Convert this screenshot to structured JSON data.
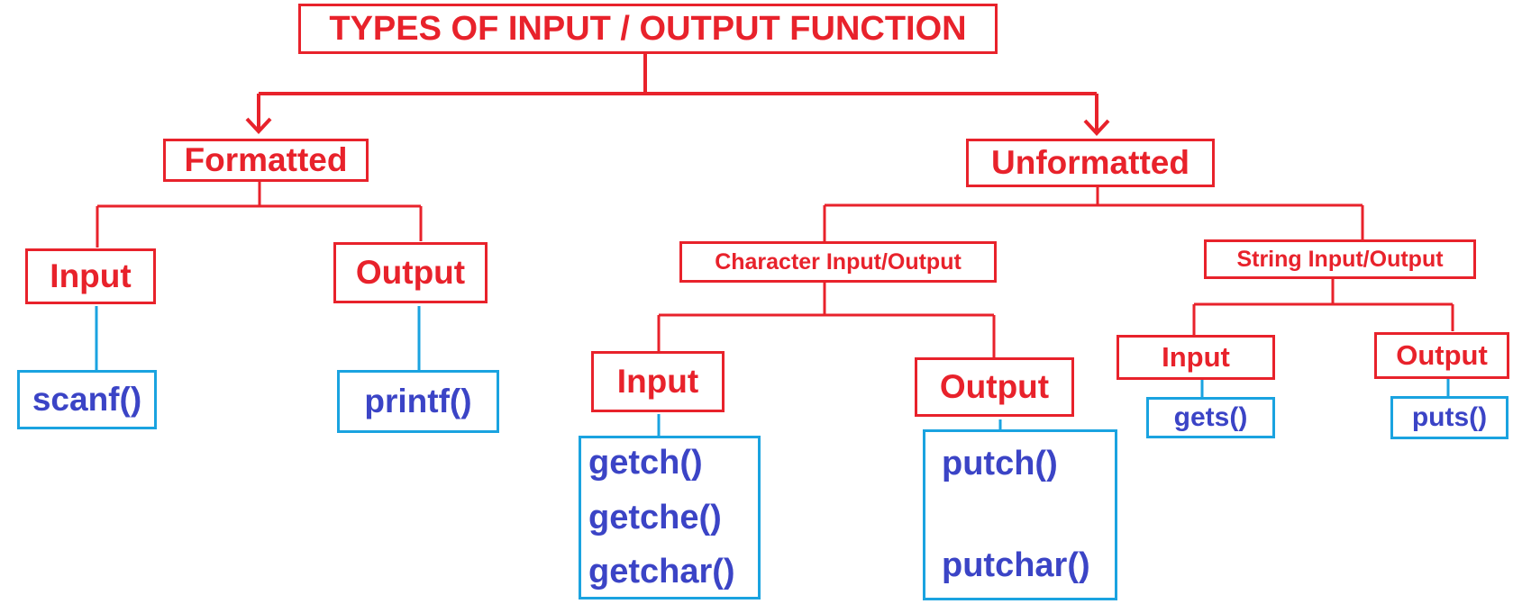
{
  "colors": {
    "red": "#e8222b",
    "blue_border": "#1aa3e0",
    "blue_text": "#3b44c6"
  },
  "title": "TYPES OF INPUT / OUTPUT FUNCTION",
  "formatted": {
    "label": "Formatted",
    "input": {
      "label": "Input",
      "func": "scanf()"
    },
    "output": {
      "label": "Output",
      "func": "printf()"
    }
  },
  "unformatted": {
    "label": "Unformatted",
    "character": {
      "label": "Character Input/Output",
      "input": {
        "label": "Input",
        "funcs": [
          "getch()",
          "getche()",
          "getchar()"
        ]
      },
      "output": {
        "label": "Output",
        "funcs": [
          "putch()",
          "putchar()"
        ]
      }
    },
    "string": {
      "label": "String Input/Output",
      "input": {
        "label": "Input",
        "func": "gets()"
      },
      "output": {
        "label": "Output",
        "func": "puts()"
      }
    }
  }
}
